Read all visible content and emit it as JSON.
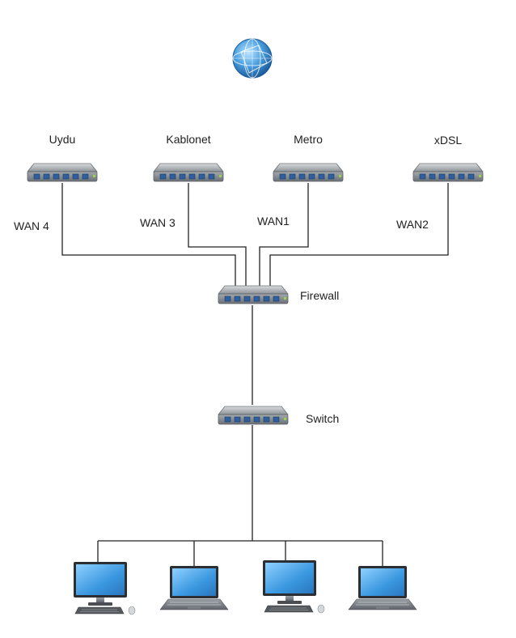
{
  "globe": {
    "icon": "globe-icon"
  },
  "isps": [
    {
      "name": "Uydu",
      "link": "WAN 4"
    },
    {
      "name": "Kablonet",
      "link": "WAN 3"
    },
    {
      "name": "Metro",
      "link": "WAN1"
    },
    {
      "name": "xDSL",
      "link": "WAN2"
    }
  ],
  "firewall": {
    "label": "Firewall"
  },
  "switch": {
    "label": "Switch"
  },
  "clients": [
    {
      "kind": "desktop",
      "icon": "desktop-computer-icon"
    },
    {
      "kind": "laptop",
      "icon": "laptop-icon"
    },
    {
      "kind": "desktop",
      "icon": "desktop-computer-icon"
    },
    {
      "kind": "laptop",
      "icon": "laptop-icon"
    }
  ],
  "colors": {
    "line": "#222222",
    "device_body": "#8a8f95",
    "port": "#2f5f9e",
    "screen": "#3d9ee0",
    "globe": "#4a9fe0"
  }
}
